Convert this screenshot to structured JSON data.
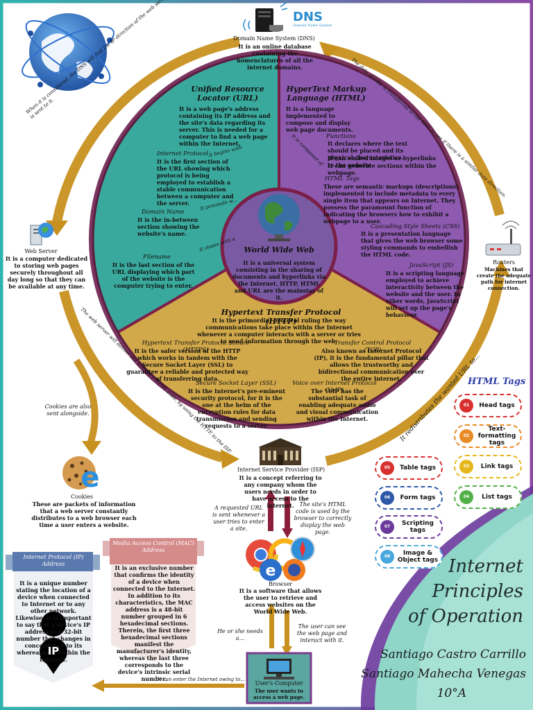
{
  "colors": {
    "frame_left": "#2eb3ad",
    "frame_right": "#8a4aa6",
    "teal_wedge": "#3aa99d",
    "purple_wedge": "#8d5ab0",
    "gold_wedge": "#d1a84a",
    "center_circle": "#7a5aa3",
    "arrow_gold": "#c8911f",
    "arrow_maroon": "#8b1f3b",
    "title_wave": "#8fd6c9"
  },
  "dns": {
    "logo_text": "DNS",
    "logo_subtext": "Domain Name System",
    "label": "Domain Name System (DNS)",
    "desc": "It is an online database containing the nomenclatures of all the internet domains."
  },
  "globe_icon": "world-globe-icon",
  "outer_arrows": {
    "top_left": "When it is considered, the DNS will find the IP direction of the web server and the request is sent to it.",
    "top_right": "The data of URL is transferred to the DNS to see if there is a similar data direction.",
    "bottom_left": "The web server will deliver the website's HTML code, by using the HTTP, to the ISP.",
    "bottom_right": "It redistributes the wanted URL to..."
  },
  "web_server": {
    "label": "Web Server",
    "desc": "It is a computer dedicated to storing web pages securely throughout all day long so that they can be available at any time."
  },
  "routers": {
    "label": "Routers",
    "desc": "Machines that create the adequate path for internet connection."
  },
  "url": {
    "title": "Unified Resource Locator (URL)",
    "desc": "It is a web page's address containing its IP address and the site's data regarding its server. This is needed for a computer to find a web page within the Internet.",
    "begins_with": "It begins with",
    "protocol_title": "Internet Protocol",
    "protocol_desc": "It is the first section of the URL showing which protocol is being employed to establish a stable communication between a computer and the server.",
    "proceeds": "It proceeds w...",
    "domain_title": "Domain Name",
    "domain_desc": "It is the in-between section showing the website's name.",
    "closes": "It closes with a",
    "filename_title": "Filename",
    "filename_desc": "It is the last section of the URL displaying which part of the website is the computer trying to enter."
  },
  "html": {
    "title": "HyperText Markup Language (HTML)",
    "desc": "It is a language implemented to compose and display web page documents.",
    "composed_of": "It is composed of",
    "functions_title": "Functions",
    "functions": [
      "It declares where the text should be placed and its physical characteristics.",
      "It can embed images or hyperlinks to the website.",
      "It can generate sections within the webpage."
    ],
    "tags_title": "HTML Tags",
    "tags_desc": "These are semantic markups (descriptions) implemented to include metadata to every single item that appears on Internet. They possess the paramount function of indicating the browsers how to exhibit a webpage to a user.",
    "css_title": "Cascading Style Sheets (CSS)",
    "css_desc": "It is a presentation language that gives the web browser some styling commands to embellish the HTML code.",
    "js_title": "JavaScript (JS)",
    "js_desc": "It is a scripting language employed to achieve interactivity between the website and the user. In other words, JavaScript will set up the page's behaviour."
  },
  "www": {
    "title": "World Wide Web",
    "desc": "It is a universal system consisting in the sharing of documents and hyperlinks via the Internet. HTTP, HTML and URL are the mainstay of it."
  },
  "http": {
    "title": "Hypertext Transfer Protocol (HTTP)",
    "desc": "It is the primordial protocol ruling the way communications take place within the Internet whenever a computer interacts with a server or tries to send information through the web.",
    "https_title": "Hypertext Transfer Protocol Secure (HTTPS)",
    "https_desc": "It is the safer version of the HTTP which works in tandem with the Secure Socket Layer (SSL) to guarantee a reliable and protected way of transferring data.",
    "tcp_title": "Transfer Control Protocol (TCP)",
    "tcp_desc": "Also known as Internet Protocol (IP), it is the fundamental pillar that allows the trustworthy and bidirectional communication over the entire Internet.",
    "ssl_title": "Secure Socket Layer (SSL)",
    "ssl_desc": "It is the Internet's pre-eminent security protocol, for it is the one at the helm of the encryption rules for data transmission and sending requests to a server.",
    "voip_title": "Voice over Internet Protocol (VoIP)",
    "voip_desc": "The VoIP has the substantial task of enabling adequate audio and visual communication within the Internet."
  },
  "isp": {
    "label": "Internet Service Provider (ISP)",
    "desc": "It is a concept referring to any company whom the users needs in order to have access to the internet."
  },
  "cookies": {
    "also_sent": "Cookies are also sent alongside.",
    "label": "Cookies",
    "desc": "These are packets of information that a web server constantly distributes to a web browser each time a user enters a website."
  },
  "requests": {
    "left": "A requested URL is sent whenever a user tries to enter a site.",
    "right": "The site's HTML code is used by the browser to correctly display the web page."
  },
  "browser": {
    "label": "Browser",
    "desc": "It is a software that allows the user to retrieve and access websites on the World Wide Web."
  },
  "user": {
    "needs": "He or she needs a...",
    "see": "The user can see the web page and interact with it.",
    "label": "User's Computer",
    "desc": "The user wants to access a web page.",
    "enter": "It can enter the Internet owing to..."
  },
  "ip": {
    "title": "Internet Protocol (IP) Address",
    "desc": "It is a unique number stating the location of a device when connected to Internet or to any other network. Likewise, it is important to say that a device's IP address is a 32-bit number that changes in concordance to its whereabouts within the Internet.",
    "badge": "IP"
  },
  "mac": {
    "title": "Media Access Control (MAC) Address",
    "desc": "It is an exclusive number that confirms the identity of a device when connected to the Internet. In addition to its characteristics, the MAC address is a 48-bit number grouped in 6 hexadecimal sections. Therein, the first three hexadecimal sections manifest the manufacturer's identity, whereas the last three corresponds to the device's intrinsic serial number."
  },
  "html_tags_panel": {
    "title": "HTML Tags",
    "tags": [
      {
        "num": "01",
        "label": "Head tags",
        "color": "#d8302f"
      },
      {
        "num": "02",
        "label": "Text-formatting tags",
        "color": "#e88a26"
      },
      {
        "num": "03",
        "label": "Link tags",
        "color": "#e6b71c"
      },
      {
        "num": "04",
        "label": "List tags",
        "color": "#52b046"
      },
      {
        "num": "05",
        "label": "Table tags",
        "color": "#d8302f"
      },
      {
        "num": "06",
        "label": "Form tags",
        "color": "#2e58a8"
      },
      {
        "num": "07",
        "label": "Scripting tags",
        "color": "#6b3a9c"
      },
      {
        "num": "08",
        "label": "Image & Object tags",
        "color": "#48a7dc"
      }
    ]
  },
  "title_block": {
    "line1": "Internet",
    "line2": "Principles",
    "line3": "of Operation",
    "author1": "Santiago Castro Carrillo",
    "author2": "Santiago Mahecha Venegas",
    "grade": "10°A"
  }
}
